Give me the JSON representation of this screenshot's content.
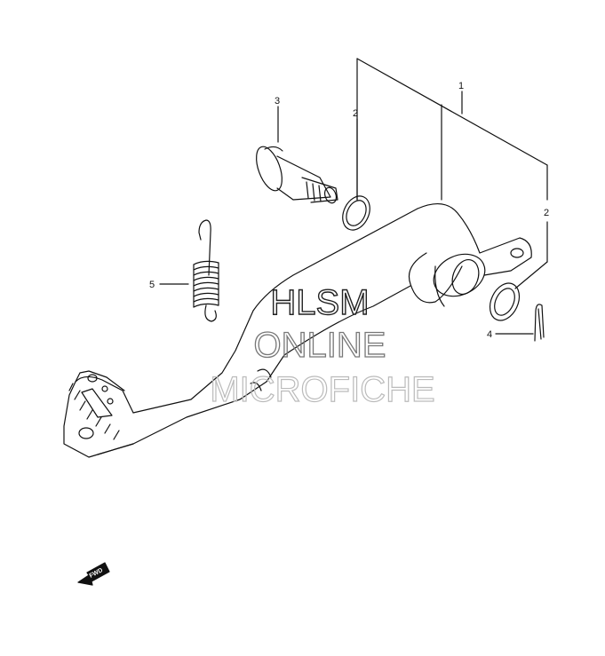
{
  "callouts": {
    "c1": "1",
    "c2a": "2",
    "c2b": "2",
    "c3": "3",
    "c4": "4",
    "c5": "5"
  },
  "watermark": {
    "line1": "HLSM",
    "line2": "ONLINE",
    "line3": "MICROFICHE"
  },
  "fwd_badge": "FWD",
  "colors": {
    "line": "#111111",
    "watermark_dark": "#222222",
    "watermark_light": "#bbbbbb"
  }
}
